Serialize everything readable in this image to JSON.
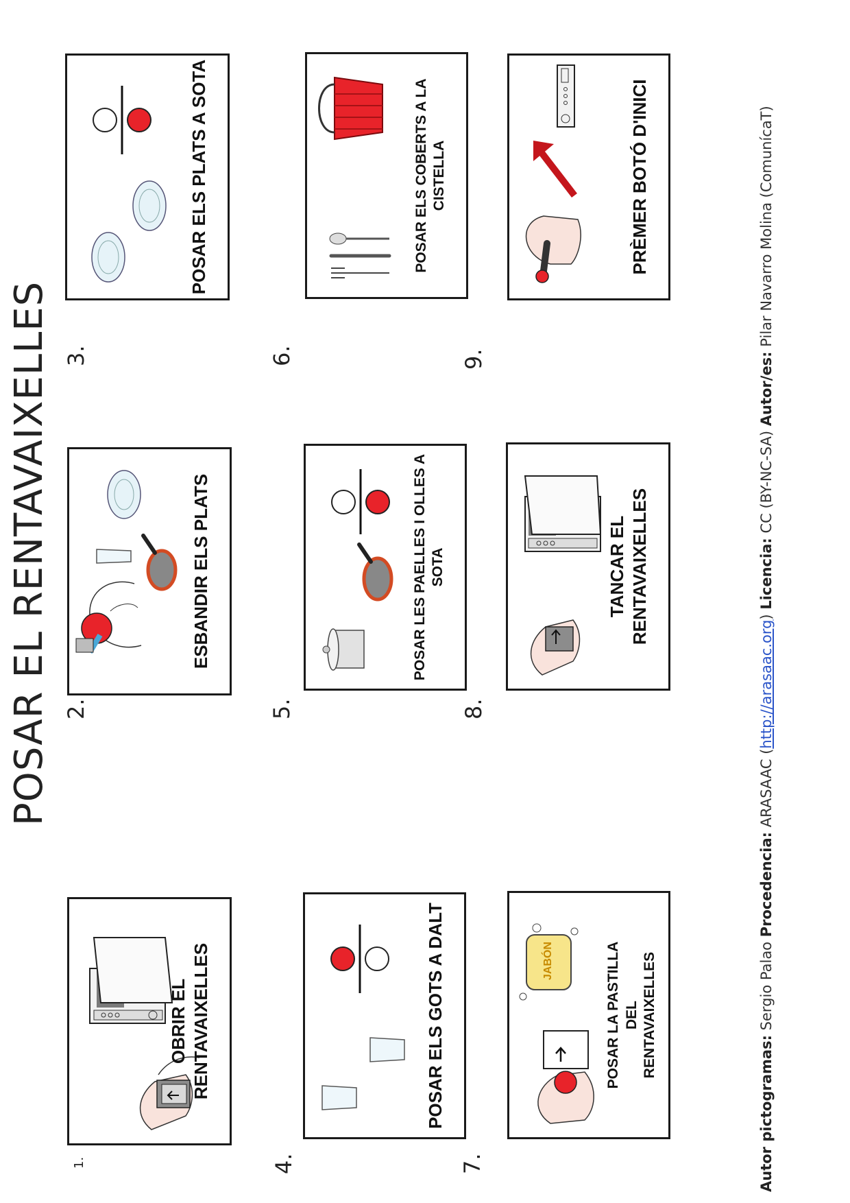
{
  "title": "POSAR EL RENTAVAIXELLES",
  "steps": [
    {
      "number": "1.",
      "caption": "OBRIR EL RENTAVAIXELLES"
    },
    {
      "number": "2.",
      "caption": "ESBANDIR ELS PLATS"
    },
    {
      "number": "3.",
      "caption": "POSAR ELS PLATS A SOTA"
    },
    {
      "number": "4.",
      "caption": "POSAR ELS GOTS A DALT"
    },
    {
      "number": "5.",
      "caption": "POSAR LES PAELLES I OLLES A SOTA"
    },
    {
      "number": "6.",
      "caption": "POSAR ELS COBERTS A LA CISTELLA"
    },
    {
      "number": "7.",
      "caption": "POSAR LA PASTILLA DEL RENTAVAIXELLES"
    },
    {
      "number": "8.",
      "caption": "TANCAR EL RENTAVAIXELLES"
    },
    {
      "number": "9.",
      "caption": "PRÈMER BOTÓ D'INICI"
    }
  ],
  "soap_label": "JABÓN",
  "credits": {
    "author_label": "Autor pictogramas:",
    "author_value": "Sergio Palao",
    "source_label": "Procedencia:",
    "source_value": "ARASAAC (",
    "source_link": "http://arasaac.org",
    "source_close": ")",
    "license_label": "Licencia:",
    "license_value": "CC (BY-NC-SA)",
    "authors_label": "Autor/es:",
    "authors_value": "Pilar Navarro Molina (ComunícaT)"
  },
  "colors": {
    "accent_red": "#e8232a",
    "arrow_red": "#c4161c",
    "border": "#1a1a1a",
    "soap_yellow": "#f7e58a",
    "link": "#2a54c9"
  },
  "icons": [
    "dishwasher-tablet-icon",
    "dishwasher-open-icon",
    "hands-rinsing-icon",
    "glass-icon",
    "frying-pan-icon",
    "plate-icon",
    "position-indicator-icon",
    "pot-icon",
    "cutlery-icon",
    "basket-icon",
    "finger-press-icon",
    "arrow-icon",
    "control-panel-icon",
    "soap-icon"
  ]
}
